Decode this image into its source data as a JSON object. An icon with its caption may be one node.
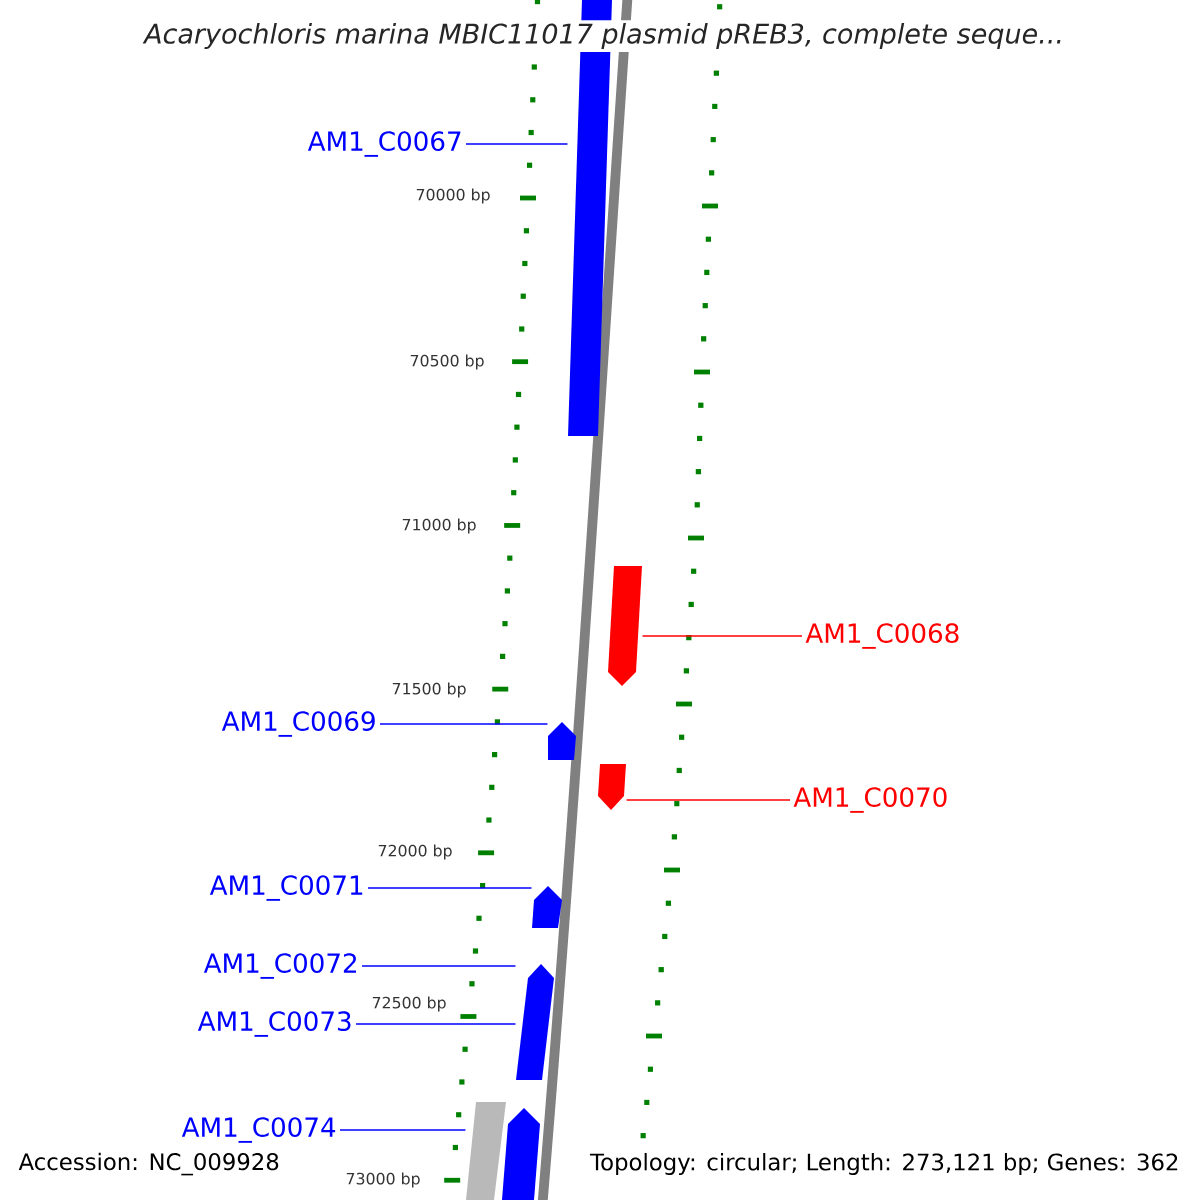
{
  "diagram": {
    "title": "Acaryochloris marina MBIC11017 plasmid pREB3, complete seque...",
    "nodes": [
      {
        "text": [
          "AM1_C0067"
        ]
      },
      {
        "text": [],
        "shape": "bar"
      },
      {
        "text": [
          "AM1_C0068"
        ]
      },
      {
        "text": [],
        "shape": "arrow"
      },
      {
        "text": [
          "AM1_C0069"
        ]
      },
      {
        "text": [],
        "shape": "arrow"
      },
      {
        "text": [
          "AM1_C0070"
        ]
      },
      {
        "text": [],
        "shape": "arrow"
      },
      {
        "text": [
          "AM1_C0071"
        ]
      },
      {
        "text": [],
        "shape": "arrow"
      },
      {
        "text": [
          "AM1_C0072"
        ]
      },
      {
        "text": [
          "AM1_C0073"
        ]
      },
      {
        "text": [],
        "shape": "arrow"
      },
      {
        "text": [
          "AM1_C0074"
        ]
      },
      {
        "text": [],
        "shape": "bar"
      }
    ],
    "edges": [
      {
        "from": 0,
        "to": 1,
        "arrow": "none"
      },
      {
        "from": 2,
        "to": 3,
        "arrow": "none",
        "color": "#ff0000"
      },
      {
        "from": 4,
        "to": 5,
        "arrow": "none"
      },
      {
        "from": 6,
        "to": 7,
        "arrow": "none",
        "color": "#ff0000"
      },
      {
        "from": 8,
        "to": 9,
        "arrow": "none"
      },
      {
        "from": 10,
        "to": 12,
        "arrow": "none"
      },
      {
        "from": 11,
        "to": 12,
        "arrow": "none"
      },
      {
        "from": 13,
        "to": 14,
        "arrow": "none"
      }
    ],
    "labels": [
      "70000 bp",
      "70500 bp",
      "71000 bp",
      "71500 bp",
      "72000 bp",
      "72500 bp",
      "73000 bp",
      "Accession: NC_009928",
      "Topology: circular; Length: 273,121 bp; Genes: 362"
    ]
  }
}
